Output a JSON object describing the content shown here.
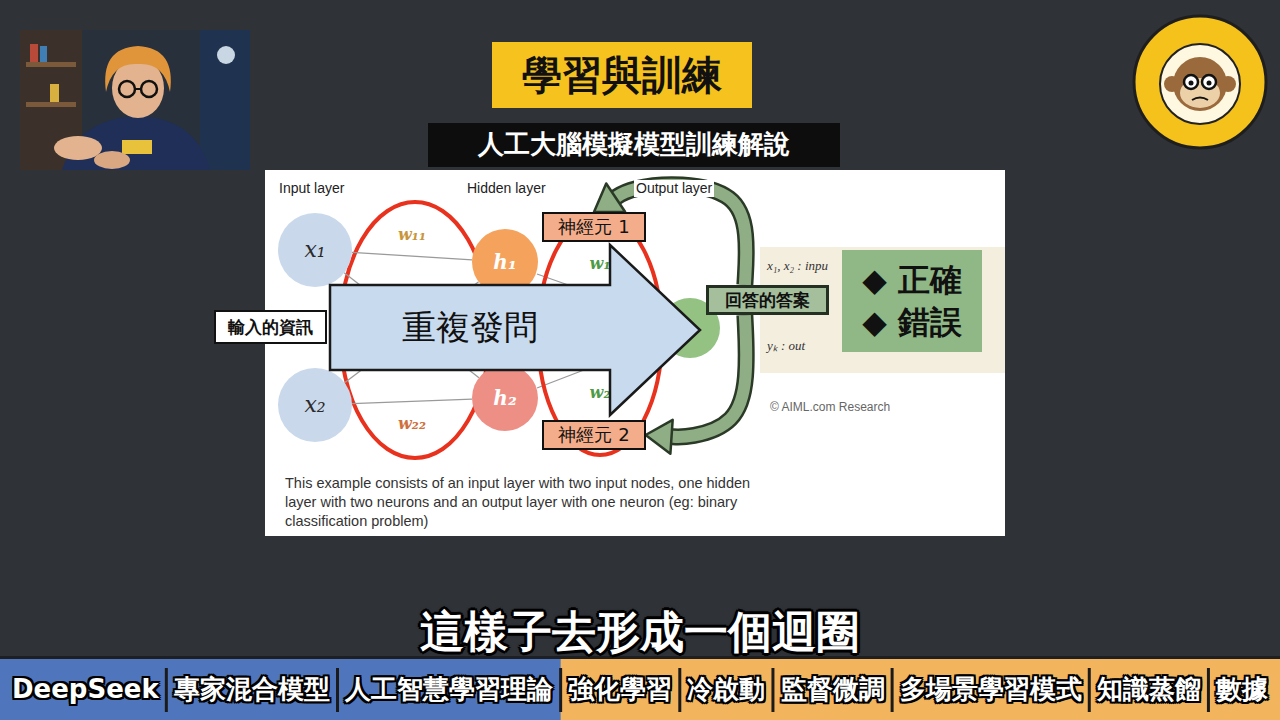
{
  "diagram": {
    "title": "學習與訓練",
    "caption": "這樣子去形成一個迴圈",
    "nodes": [
      {
        "text": [
          "人工大腦模擬模型訓練解說"
        ]
      },
      {
        "text": [
          "x₁"
        ]
      },
      {
        "text": [
          "h₁"
        ]
      },
      {
        "text": [
          "神經元 1"
        ]
      },
      {
        "text": [
          "輸入的資訊"
        ]
      },
      {
        "text": [
          "重複發問"
        ]
      },
      {
        "text": [
          "回答的答案"
        ]
      },
      {
        "text": [
          "◆ 正確",
          "◆ 錯誤"
        ]
      },
      {
        "text": [
          "x₂"
        ]
      },
      {
        "text": [
          "h₂"
        ]
      },
      {
        "text": [
          "神經元 2"
        ]
      },
      {
        "text": [
          "DeepSeek"
        ]
      },
      {
        "text": [
          "專家混合模型"
        ]
      },
      {
        "text": [
          "人工智慧學習理論"
        ]
      },
      {
        "text": [
          "強化學習"
        ]
      },
      {
        "text": [
          "冷啟動"
        ]
      },
      {
        "text": [
          "監督微調"
        ]
      },
      {
        "text": [
          "多場景學習模式"
        ]
      },
      {
        "text": [
          "知識蒸餾"
        ]
      },
      {
        "text": [
          "數據"
        ]
      }
    ],
    "edges": [
      {
        "from": 1,
        "to": 2,
        "arrow": "none",
        "label": "w₁₁"
      },
      {
        "from": 1,
        "to": 9,
        "arrow": "none"
      },
      {
        "from": 8,
        "to": 2,
        "arrow": "none"
      },
      {
        "from": 8,
        "to": 9,
        "arrow": "none",
        "label": "w₂₂"
      },
      {
        "from": 6,
        "to": 3,
        "arrow": "to"
      },
      {
        "from": 6,
        "to": 10,
        "arrow": "to"
      }
    ],
    "labels": [
      "Input layer",
      "Hidden layer",
      "Output layer",
      "w₁",
      "w₂",
      "x₁, x₂ : inpu",
      "yₖ : out",
      "© AIML.com Research",
      "This example consists of an input layer with two input nodes, one hidden layer with two neurons and an output layer with one neuron (eg: binary classification problem)"
    ]
  }
}
